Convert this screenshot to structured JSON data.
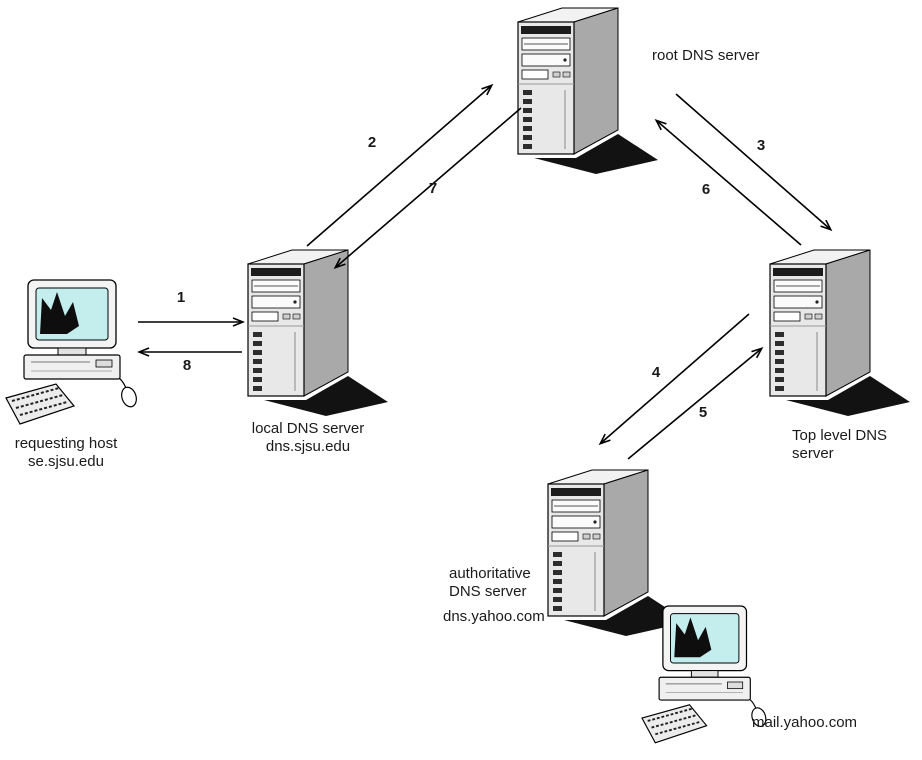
{
  "nodes": {
    "root_dns": {
      "label": "root DNS server"
    },
    "local_dns": {
      "name_line": "local DNS server",
      "host_line": "dns.sjsu.edu"
    },
    "requesting_host": {
      "name_line": "requesting host",
      "host_line": "se.sjsu.edu"
    },
    "tld_dns": {
      "name_line": "Top level DNS",
      "name_line2": "server"
    },
    "auth_dns": {
      "name_line": "authoritative",
      "name_line2": "DNS server",
      "host_line": "dns.yahoo.com"
    },
    "mail_host": {
      "label": "mail.yahoo.com"
    }
  },
  "arrows": [
    {
      "label": "1",
      "from": "requesting_host",
      "to": "local_dns"
    },
    {
      "label": "2",
      "from": "local_dns",
      "to": "root_dns"
    },
    {
      "label": "3",
      "from": "root_dns",
      "to": "tld_dns"
    },
    {
      "label": "4",
      "from": "tld_dns",
      "to": "auth_dns"
    },
    {
      "label": "5",
      "from": "auth_dns",
      "to": "tld_dns"
    },
    {
      "label": "6",
      "from": "tld_dns",
      "to": "root_dns"
    },
    {
      "label": "7",
      "from": "root_dns",
      "to": "local_dns"
    },
    {
      "label": "8",
      "from": "local_dns",
      "to": "requesting_host"
    }
  ]
}
